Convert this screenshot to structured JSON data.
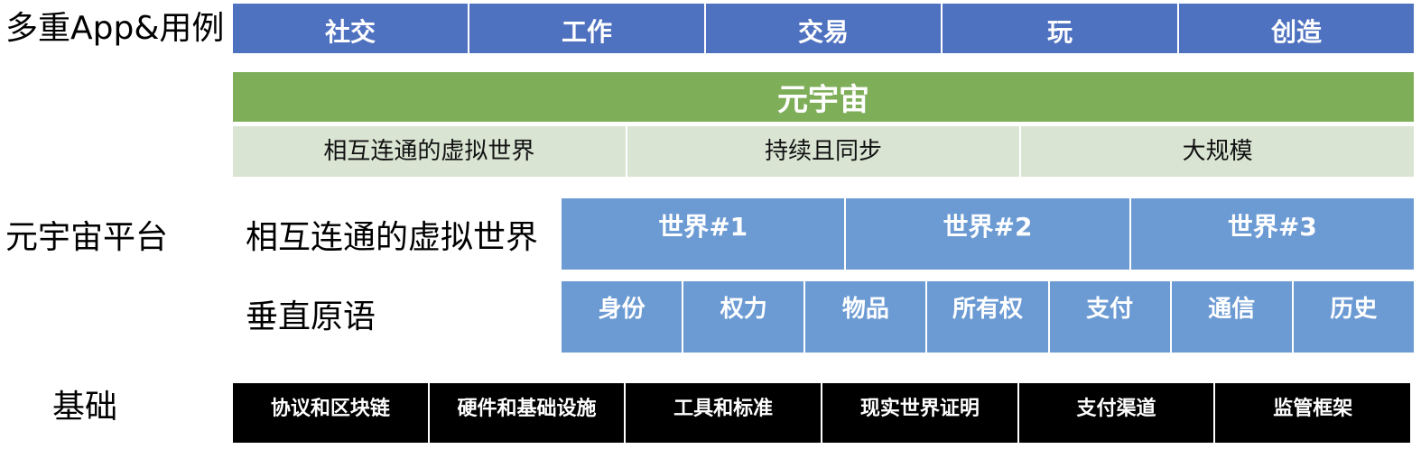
{
  "labels": {
    "apps": "多重App&用例",
    "platform": "元宇宙平台",
    "interconnected": "相互连通的虚拟世界",
    "primitives": "垂直原语",
    "foundation": "基础"
  },
  "apps": [
    "社交",
    "工作",
    "交易",
    "玩",
    "创造"
  ],
  "metaverse": "元宇宙",
  "properties": [
    "相互连通的虚拟世界",
    "持续且同步",
    "大规模"
  ],
  "worlds": [
    "世界#1",
    "世界#2",
    "世界#3"
  ],
  "primitives": [
    "身份",
    "权力",
    "物品",
    "所有权",
    "支付",
    "通信",
    "历史"
  ],
  "foundation": [
    "协议和区块链",
    "硬件和基础设施",
    "工具和标准",
    "现实世界证明",
    "支付渠道",
    "监管框架"
  ],
  "colors": {
    "apps_blue": "#4f72c0",
    "metaverse_green": "#7fae59",
    "properties_light_green": "#d9e4d3",
    "world_blue": "#6c9bd3",
    "foundation_black": "#000000"
  }
}
